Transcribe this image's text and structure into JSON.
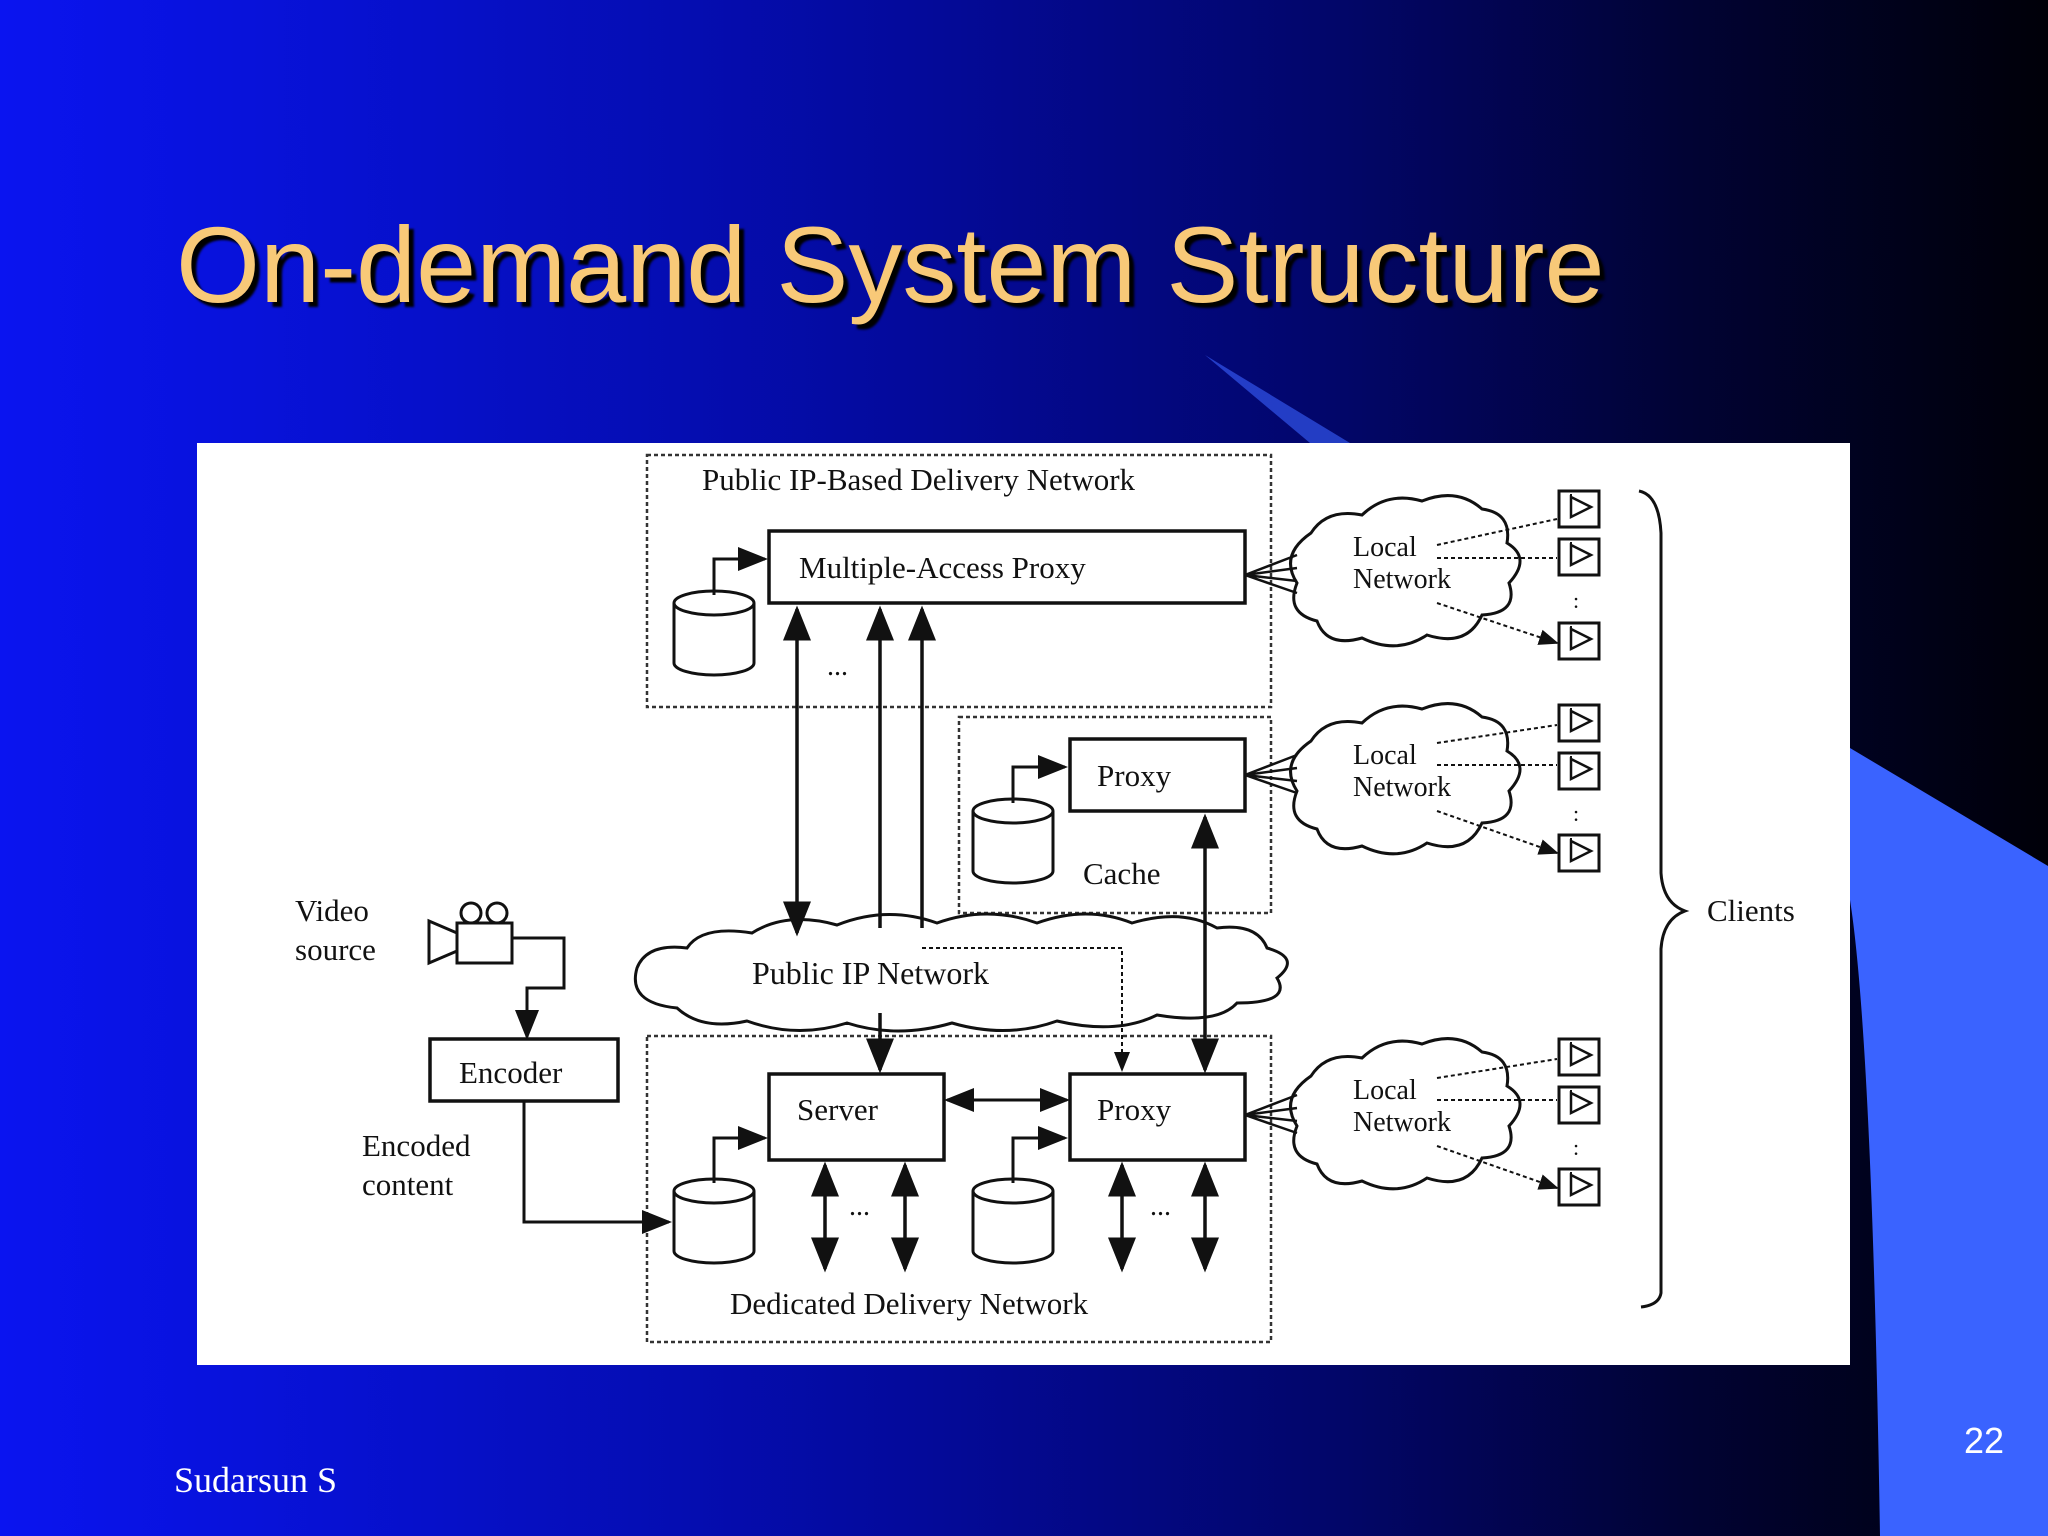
{
  "slide": {
    "title": "On-demand System Structure",
    "author": "Sudarsun S",
    "page_number": "22",
    "colors": {
      "title": "#f8c978",
      "accent_shape": "#3a63ff",
      "background_left": "#0a14f0",
      "background_right": "#000008"
    }
  },
  "diagram": {
    "public_network_label": "Public IP-Based Delivery Network",
    "multi_access_proxy": "Multiple-Access Proxy",
    "proxy": "Proxy",
    "cache": "Cache",
    "public_ip_network": "Public IP Network",
    "server": "Server",
    "dedicated_network_label": "Dedicated Delivery Network",
    "encoder": "Encoder",
    "video_source_line1": "Video",
    "video_source_line2": "source",
    "encoded_content_line1": "Encoded",
    "encoded_content_line2": "content",
    "local_network_line1": "Local",
    "local_network_line2": "Network",
    "clients": "Clients",
    "ellipsis": "..."
  }
}
